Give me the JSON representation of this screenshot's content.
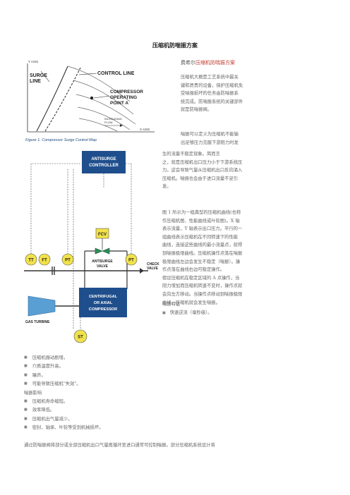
{
  "title": "压缩机防喘振方案",
  "intro": {
    "prefix": "费希尔",
    "link": "压缩机防喘振方案"
  },
  "p1": [
    "压缩机大概是工艺系统中最关",
    "键和昂贵的设备，保护压缩机免",
    "受喘振损坏的任务由防喘振系",
    "统完成。防喘振系统的关键部件",
    "就是防喘振阀。"
  ],
  "p2": [
    "喘振可以定义为压缩机不能输",
    "出足够压力克服下游阻力时发"
  ],
  "p3": [
    "生的流量不稳定现象。简而言",
    "之，就是压缩机出口压力小于下游系统压",
    "力。这会导致气量从压缩机出口反向涌入",
    "压缩机。喘振也会由于进口流量不足引",
    "发。"
  ],
  "p4": [
    "图 1 所示为一组典型的压缩机曲线(也称",
    "作压缩机图、性能曲线或叶轮图)。X 轴",
    "表示流量，Y 轴表示出口压力。平行的一",
    "组曲线表示压缩机在不同转速下的性能",
    "曲线，连接这些曲线的最小流量点，就得",
    "到喘振极限曲线。压缩机操作点落在喘振",
    "极限曲线左边会发生不稳定（喘振）。操",
    "作点落在曲线右边可稳定操作。",
    "假设压缩机在稳定区域的 A 点操作，当",
    "阻力增加而压缩机转速不变时，操作点就",
    "会向左方移动。当操作点移动到喘振极限",
    "曲线，压缩机就会发生喘振。"
  ],
  "p5": [
    "喘振特征",
    "快速逆流（毫秒级）。"
  ],
  "list": [
    "压缩机振动剧增。",
    "介质温度升高。",
    "噪声。",
    "可能导致压缩机\"失效\"。",
    "喘振影响",
    "压缩机寿命缩短。",
    "效率降低。",
    "压缩机出气量减少。",
    "密封、轴承、叶轮等受到机械损坏。"
  ],
  "full_line": "通过防喘振阀将部分或全部压缩机出口气量再循环至进口通常可控制喘振。部分压缩机系统设计将",
  "figure1": {
    "y_axis": "Y AXIS",
    "x_axis": "X AXIS",
    "surge_line": [
      "SURGE",
      "LINE"
    ],
    "control_line": "CONTROL LINE",
    "operating_point": [
      "COMPRESSOR",
      "OPERATING",
      "POINT A"
    ],
    "flow": [
      "INCREASING",
      "FLOW"
    ],
    "caption": "Figure 1. Compressor Surge Control Map"
  },
  "figure2": {
    "controller": [
      "ANTISURGE",
      "CONTROLLER"
    ],
    "fcv": "FCV",
    "valve": [
      "ANTISURGE",
      "VALVE"
    ],
    "tt": "TT",
    "ft": "FT",
    "pt1": "PT",
    "pt2": "PT",
    "st": "ST",
    "check": [
      "CHECK",
      "VALVE"
    ],
    "compressor": [
      "CENTRIFUGAL",
      "OR AXIAL",
      "COMPRESSOR"
    ],
    "turbine": "GAS TURBINE"
  }
}
